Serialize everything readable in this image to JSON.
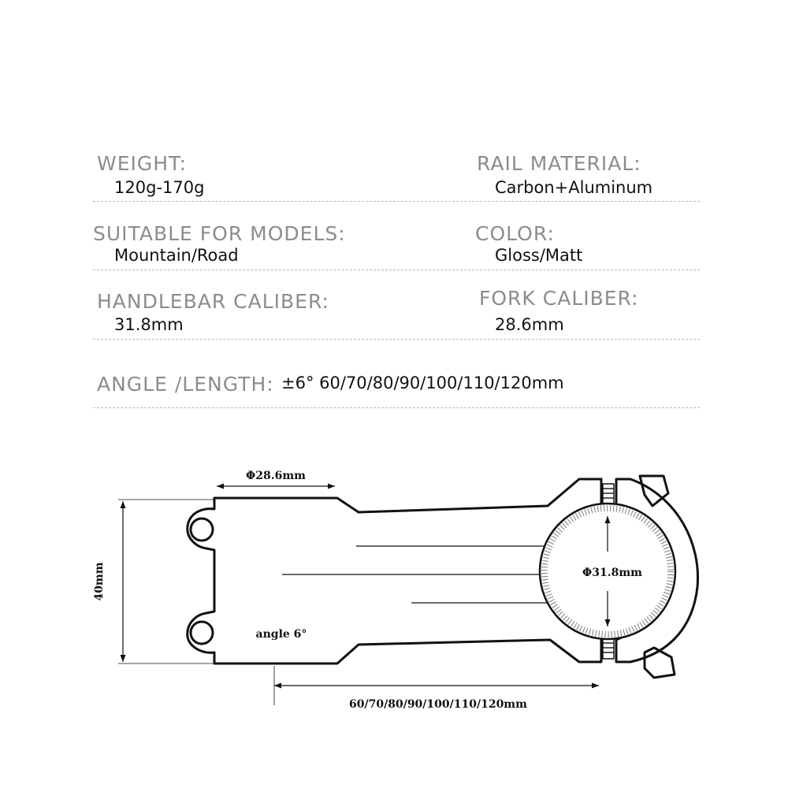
{
  "specs": {
    "weight": {
      "label": "WEIGHT:",
      "value": "120g-170g"
    },
    "rail_material": {
      "label": "RAIL MATERIAL:",
      "value": "Carbon+Aluminum"
    },
    "suitable_for": {
      "label": "SUITABLE FOR MODELS:",
      "value": "Mountain/Road"
    },
    "color": {
      "label": "COLOR:",
      "value": "Gloss/Matt"
    },
    "handlebar_caliber": {
      "label": "HANDLEBAR CALIBER:",
      "value": "31.8mm"
    },
    "fork_caliber": {
      "label": "FORK CALIBER:",
      "value": "28.6mm"
    },
    "angle_length": {
      "label": "ANGLE /LENGTH:",
      "value": "±6° 60/70/80/90/100/110/120mm"
    }
  },
  "diagram": {
    "fork_diameter": "Φ28.6mm",
    "height": "40mm",
    "bar_diameter": "Φ31.8mm",
    "angle": "angle 6°",
    "length": "60/70/80/90/100/110/120mm"
  },
  "colors": {
    "label": "#8c8c8c",
    "value": "#111111",
    "separator": "#b5b5b5",
    "line": "#111111"
  }
}
